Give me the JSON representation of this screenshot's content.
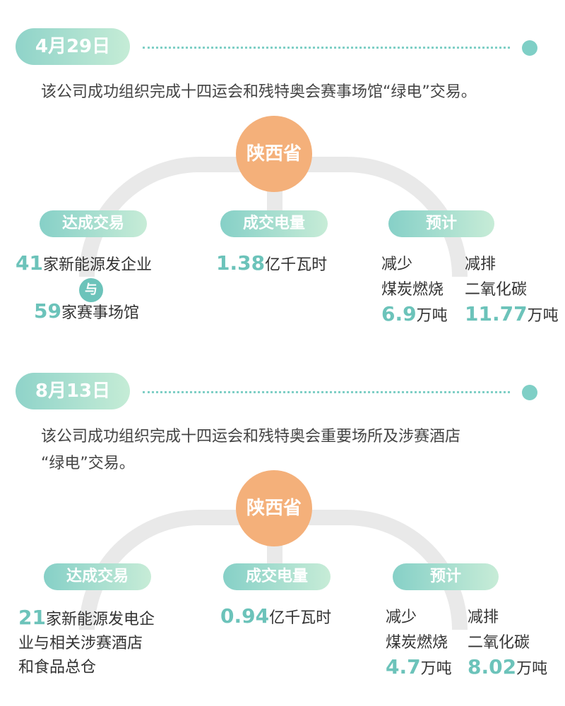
{
  "events": [
    {
      "date": "4月29日",
      "description": "该公司成功组织完成十四运会和残特奥会赛事场馆“绿电”交易。",
      "province": "陕西省",
      "categories": [
        "达成交易",
        "成交电量",
        "预计"
      ],
      "deal": {
        "num1": "41",
        "text1": "家新能源发企业",
        "connector": "与",
        "num2": "59",
        "text2": "家赛事场馆"
      },
      "volume": {
        "value": "1.38",
        "unit": "亿千瓦时"
      },
      "estimate": {
        "left_line1": "减少",
        "left_line2": "煤炭燃烧",
        "left_value": "6.9",
        "left_unit": "万吨",
        "right_line1": "减排",
        "right_line2": "二氧化碳",
        "right_value": "11.77",
        "right_unit": "万吨"
      }
    },
    {
      "date": "8月13日",
      "description_line1": "该公司成功组织完成十四运会和残特奥会重要场所及涉赛酒店",
      "description_line2": "“绿电”交易。",
      "province": "陕西省",
      "categories": [
        "达成交易",
        "成交电量",
        "预计"
      ],
      "deal": {
        "num1": "21",
        "text1": "家新能源发电企",
        "line2": "业与相关涉赛酒店",
        "line3": "和食品总仓"
      },
      "volume": {
        "value": "0.94",
        "unit": "亿千瓦时"
      },
      "estimate": {
        "left_line1": "减少",
        "left_line2": "煤炭燃烧",
        "left_value": "4.7",
        "left_unit": "万吨",
        "right_line1": "减排",
        "right_line2": "二氧化碳",
        "right_value": "8.02",
        "right_unit": "万吨"
      }
    }
  ],
  "colors": {
    "teal": "#6cc3ba",
    "orange": "#f4b07a",
    "arc": "#e9e9e9"
  }
}
